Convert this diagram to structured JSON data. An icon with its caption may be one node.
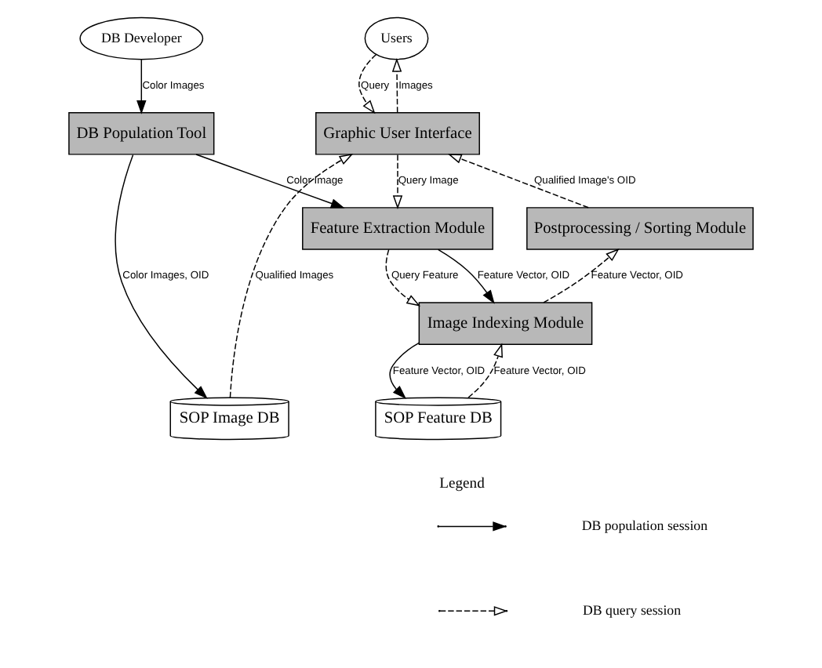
{
  "diagram": {
    "nodes": [
      {
        "text": [
          "DB Developer"
        ]
      },
      {
        "text": [
          "Users"
        ]
      },
      {
        "text": [
          "DB Population Tool"
        ]
      },
      {
        "text": [
          "Graphic User Interface"
        ]
      },
      {
        "text": [
          "Feature Extraction Module"
        ]
      },
      {
        "text": [
          "Postprocessing / Sorting Module"
        ]
      },
      {
        "text": [
          "Image Indexing Module"
        ]
      },
      {
        "text": [
          "SOP Image DB"
        ]
      },
      {
        "text": [
          "SOP Feature DB"
        ]
      }
    ],
    "edges": [
      {
        "from": 0,
        "to": 2,
        "arrow": "to",
        "label": "Color Images"
      },
      {
        "from": 2,
        "to": 4,
        "arrow": "to",
        "label": "Color Image"
      },
      {
        "from": 2,
        "to": 7,
        "arrow": "to",
        "label": "Color Images, OID"
      },
      {
        "from": 4,
        "to": 6,
        "arrow": "to",
        "label": "Feature Vector, OID"
      },
      {
        "from": 6,
        "to": 8,
        "arrow": "to",
        "label": "Feature Vector, OID"
      },
      {
        "from": 1,
        "to": 3,
        "arrow": "to",
        "label": "Query",
        "style": "dashed"
      },
      {
        "from": 3,
        "to": 1,
        "arrow": "to",
        "label": "Images",
        "style": "dashed"
      },
      {
        "from": 3,
        "to": 4,
        "arrow": "to",
        "label": "Query Image",
        "style": "dashed"
      },
      {
        "from": 4,
        "to": 6,
        "arrow": "to",
        "label": "Query Feature",
        "style": "dashed"
      },
      {
        "from": 8,
        "to": 6,
        "arrow": "to",
        "label": "Feature Vector, OID",
        "style": "dashed"
      },
      {
        "from": 6,
        "to": 5,
        "arrow": "to",
        "label": "Feature Vector, OID",
        "style": "dashed"
      },
      {
        "from": 5,
        "to": 3,
        "arrow": "to",
        "label": "Qualified Image's OID",
        "style": "dashed"
      },
      {
        "from": 7,
        "to": 3,
        "arrow": "to",
        "label": "Qualified Images",
        "style": "dashed"
      }
    ],
    "labels": [
      "Legend"
    ],
    "legend": [
      {
        "text": "DB population session"
      },
      {
        "text": "DB query session"
      }
    ]
  }
}
